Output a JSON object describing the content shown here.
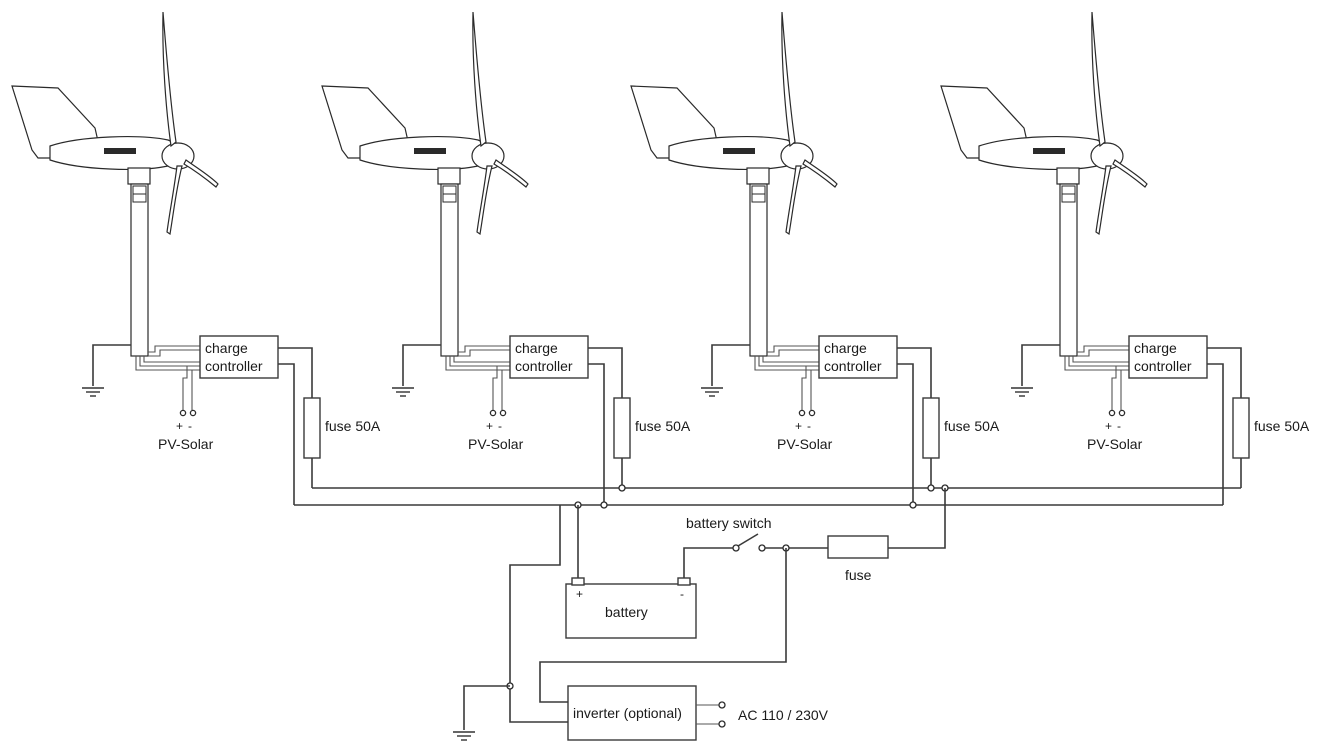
{
  "units": [
    {
      "controller_line1": "charge",
      "controller_line2": "controller",
      "pv_plus": "+",
      "pv_minus": "-",
      "pv_label": "PV-Solar",
      "fuse_label": "fuse 50A"
    },
    {
      "controller_line1": "charge",
      "controller_line2": "controller",
      "pv_plus": "+",
      "pv_minus": "-",
      "pv_label": "PV-Solar",
      "fuse_label": "fuse 50A"
    },
    {
      "controller_line1": "charge",
      "controller_line2": "controller",
      "pv_plus": "+",
      "pv_minus": "-",
      "pv_label": "PV-Solar",
      "fuse_label": "fuse 50A"
    },
    {
      "controller_line1": "charge",
      "controller_line2": "controller",
      "pv_plus": "+",
      "pv_minus": "-",
      "pv_label": "PV-Solar",
      "fuse_label": "fuse 50A"
    }
  ],
  "battery_switch_label": "battery switch",
  "fuse_label": "fuse",
  "battery": {
    "label": "battery",
    "plus": "+",
    "minus": "-"
  },
  "inverter_label": "inverter (optional)",
  "ac_label": "AC 110 / 230V"
}
